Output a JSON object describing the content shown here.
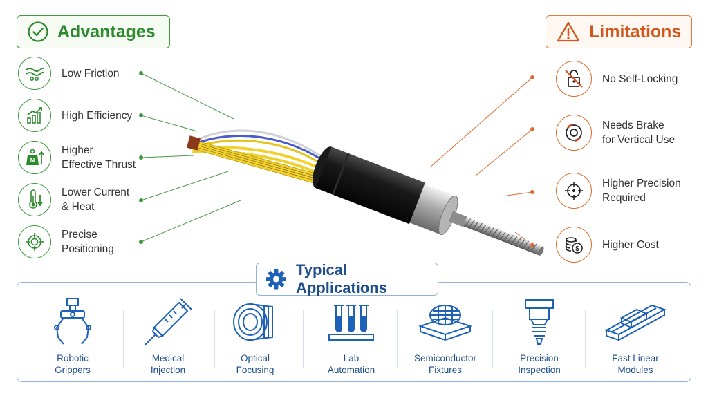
{
  "advantages": {
    "title": "Advantages",
    "items": [
      {
        "label": "Low Friction",
        "icon": "friction-waves-icon"
      },
      {
        "label": "High Efficiency",
        "icon": "bar-chart-up-icon"
      },
      {
        "label": "Higher\nEffective Thrust",
        "icon": "weight-arrow-icon"
      },
      {
        "label": "Lower Current\n& Heat",
        "icon": "thermometer-down-icon"
      },
      {
        "label": "Precise\nPositioning",
        "icon": "crosshair-icon"
      }
    ]
  },
  "limitations": {
    "title": "Limitations",
    "items": [
      {
        "label": "No Self-Locking",
        "icon": "unlocked-padlock-icon"
      },
      {
        "label": "Needs Brake\nfor Vertical Use",
        "icon": "brake-disc-icon"
      },
      {
        "label": "Higher Precision\nRequired",
        "icon": "crosshair-icon"
      },
      {
        "label": "Higher Cost",
        "icon": "coins-dollar-icon"
      }
    ]
  },
  "applications": {
    "title": "Typical Applications",
    "items": [
      {
        "label": "Robotic\nGrippers",
        "icon": "robotic-gripper-icon"
      },
      {
        "label": "Medical\nInjection",
        "icon": "syringe-icon"
      },
      {
        "label": "Optical\nFocusing",
        "icon": "lens-icon"
      },
      {
        "label": "Lab\nAutomation",
        "icon": "test-tubes-icon"
      },
      {
        "label": "Semiconductor\nFixtures",
        "icon": "wafer-icon"
      },
      {
        "label": "Precision\nInspection",
        "icon": "inspection-nozzle-icon"
      },
      {
        "label": "Fast Linear\nModules",
        "icon": "linear-rail-icon"
      }
    ]
  },
  "colors": {
    "advantage": "#3a9a3a",
    "limitation": "#dd6a2c",
    "application": "#1e4e8c"
  }
}
